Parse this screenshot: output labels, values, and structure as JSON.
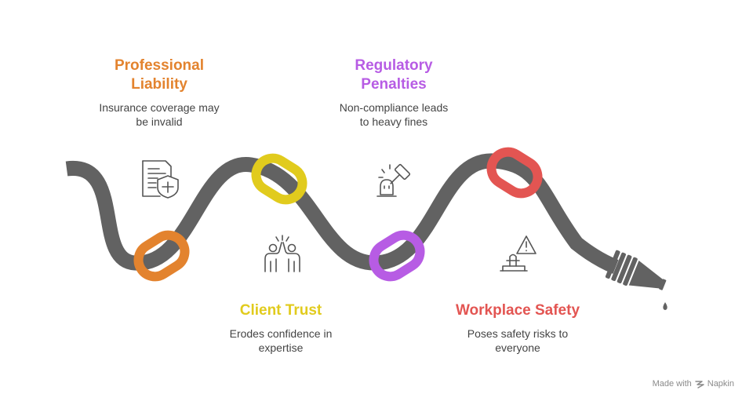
{
  "colors": {
    "hose": "#626262",
    "orange": "#E3832E",
    "yellow": "#E1CB1D",
    "purple": "#B75CE4",
    "red": "#E35552",
    "icon": "#555555"
  },
  "items": [
    {
      "title_lines": [
        "Professional",
        "Liability"
      ],
      "desc_lines": [
        "Insurance coverage may",
        "be invalid"
      ],
      "color": "#E3832E",
      "icon": "document-shield-icon"
    },
    {
      "title_lines": [
        "Regulatory",
        "Penalties"
      ],
      "desc_lines": [
        "Non-compliance leads",
        "to heavy fines"
      ],
      "color": "#B75CE4",
      "icon": "gavel-icon"
    },
    {
      "title_lines": [
        "Client Trust"
      ],
      "desc_lines": [
        "Erodes confidence in",
        "expertise"
      ],
      "color": "#E1CB1D",
      "icon": "high-five-icon"
    },
    {
      "title_lines": [
        "Workplace Safety"
      ],
      "desc_lines": [
        "Poses safety risks to",
        "everyone"
      ],
      "color": "#E35552",
      "icon": "hazard-icon"
    }
  ],
  "footer": {
    "made_with": "Made with",
    "brand": "Napkin",
    "brand_icon": "napkin-logo-icon"
  }
}
